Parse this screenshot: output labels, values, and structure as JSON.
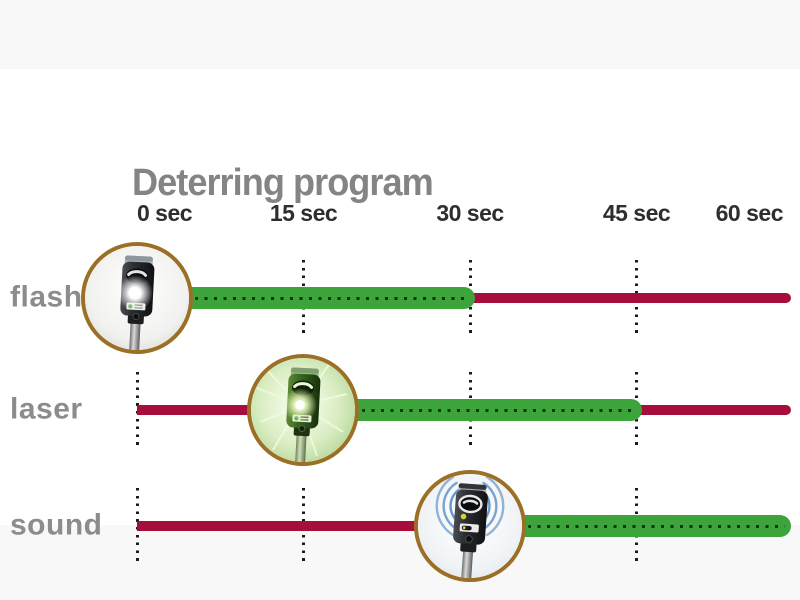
{
  "title": "Deterring program",
  "axis": {
    "unit": "sec",
    "ticks": [
      {
        "sec": 0,
        "label": "0 sec"
      },
      {
        "sec": 15,
        "label": "15 sec"
      },
      {
        "sec": 30,
        "label": "30 sec"
      },
      {
        "sec": 45,
        "label": "45 sec"
      },
      {
        "sec": 60,
        "label": "60 sec"
      }
    ]
  },
  "rows": [
    {
      "label": "flash",
      "icon": "flash-device-icon",
      "active_start_sec": 0,
      "active_end_sec": 30
    },
    {
      "label": "laser",
      "icon": "laser-device-icon",
      "active_start_sec": 15,
      "active_end_sec": 45
    },
    {
      "label": "sound",
      "icon": "sound-device-icon",
      "active_start_sec": 30,
      "active_end_sec": 60
    }
  ],
  "colors": {
    "active_bar": "#3da33b",
    "inactive_bar": "#a60f3c",
    "active_bar_dots": "#11330f",
    "grid_dots": "#1a1a1a",
    "circle_border": "#9b7026",
    "title_text": "#848484",
    "row_label_text": "#8c8c8c",
    "tick_label_text": "#2e2e2e",
    "page_background": "#f8f8f8",
    "canvas_background": "#ffffff",
    "sound_wave_blue": "#4f86c2",
    "laser_green_glow": "#b2d494"
  },
  "chart_data": {
    "type": "bar",
    "subtype": "horizontal-gantt-timeline",
    "title": "Deterring program",
    "x_unit": "seconds",
    "xlim": [
      0,
      60
    ],
    "x_ticks": [
      0,
      15,
      30,
      45,
      60
    ],
    "x_tick_labels": [
      "0 sec",
      "15 sec",
      "30 sec",
      "45 sec",
      "60 sec"
    ],
    "categories": [
      "flash",
      "laser",
      "sound"
    ],
    "series": [
      {
        "name": "flash",
        "active_interval_sec": [
          0,
          30
        ],
        "inactive_intervals_sec": [
          [
            30,
            60
          ]
        ]
      },
      {
        "name": "laser",
        "active_interval_sec": [
          15,
          45
        ],
        "inactive_intervals_sec": [
          [
            0,
            15
          ],
          [
            45,
            60
          ]
        ]
      },
      {
        "name": "sound",
        "active_interval_sec": [
          30,
          60
        ],
        "inactive_intervals_sec": [
          [
            0,
            30
          ]
        ]
      }
    ],
    "legend": "none",
    "grid": "dotted vertical lines at each 15 s tick crossing each row",
    "annotation": "Thick green segment = action active (with dotted center line); thin crimson segment = inactive; a circular device photo marks the start of each active segment"
  }
}
